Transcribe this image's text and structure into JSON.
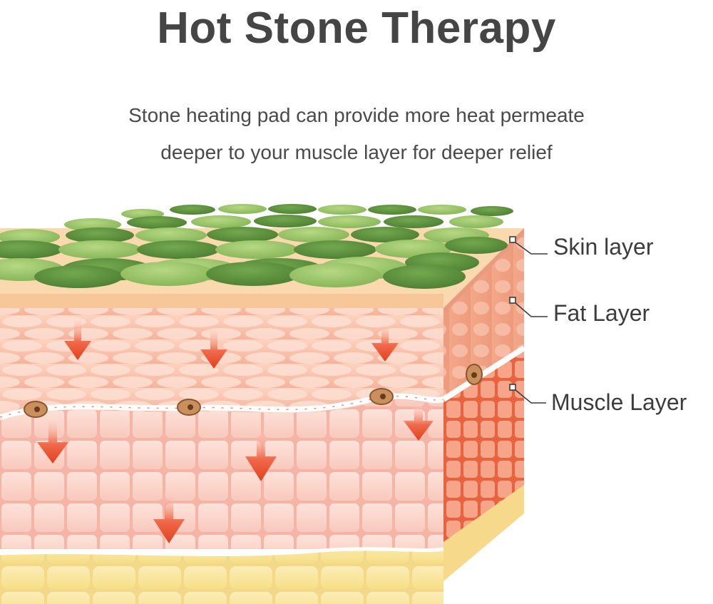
{
  "title": "Hot Stone Therapy",
  "subtitle": {
    "line1": "Stone heating pad can provide more heat permeate",
    "line2": "deeper to your muscle layer for deeper relief"
  },
  "labels": {
    "skin": "Skin layer",
    "fat": "Fat Layer",
    "muscle": "Muscle Layer"
  },
  "colors": {
    "title": "#454545",
    "stone_dark": "#5a8f3c",
    "stone_light": "#9cc46a",
    "skin_top": "#fbd9ae",
    "fat": "#f6b4a0",
    "muscle": "#fbd0c8",
    "base": "#f9e8a4",
    "arrow": "#e8472e"
  }
}
